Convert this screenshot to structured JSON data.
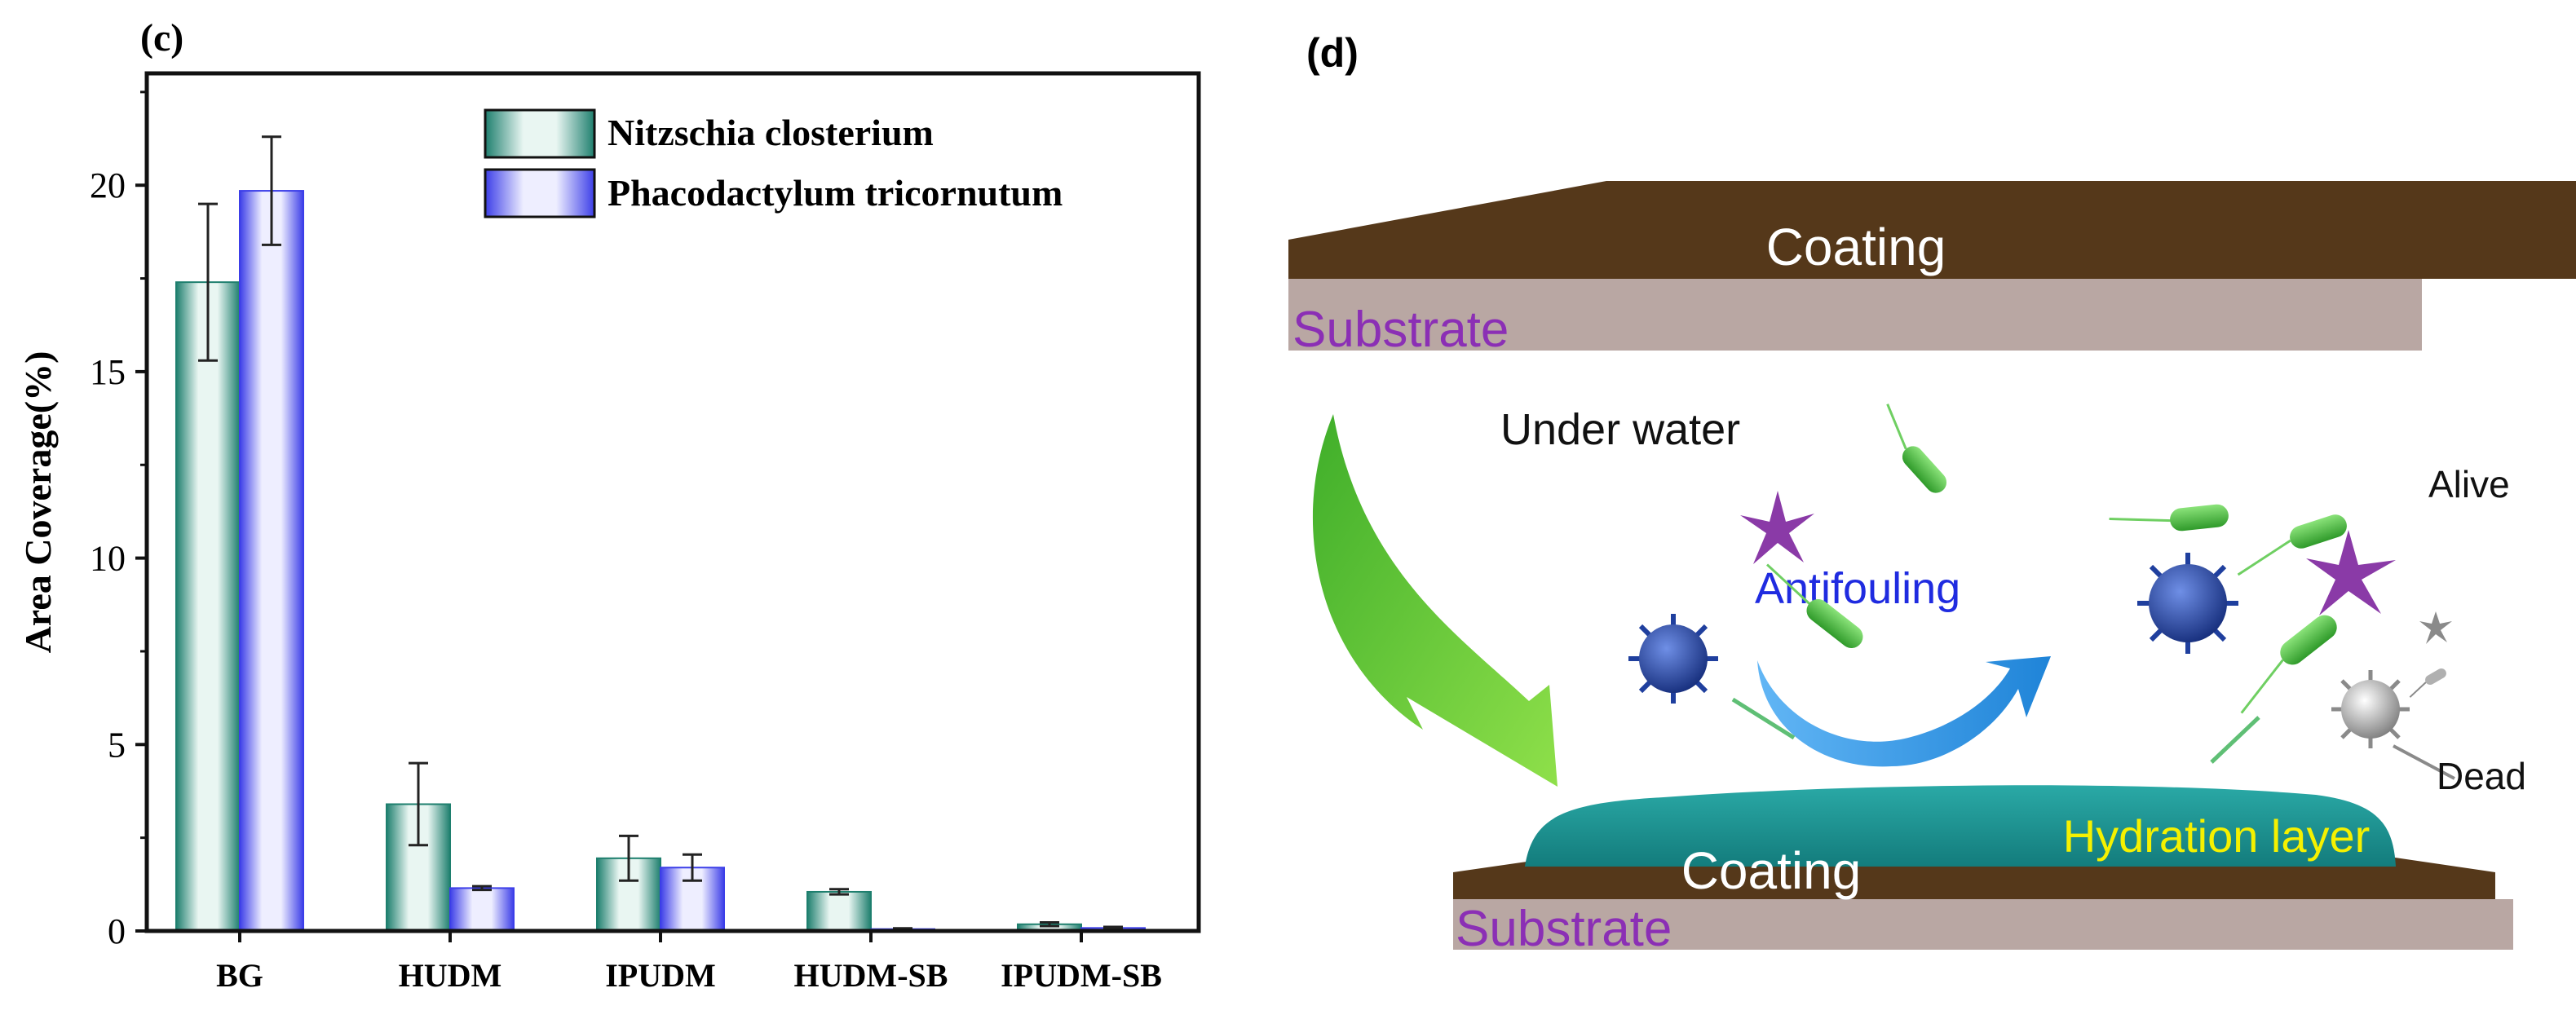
{
  "panel_c": {
    "label": "(c)",
    "chart_data": {
      "type": "bar",
      "categories": [
        "BG",
        "HUDM",
        "IPUDM",
        "HUDM-SB",
        "IPUDM-SB"
      ],
      "series": [
        {
          "name": "Nitzschia closterium",
          "values": [
            17.4,
            3.4,
            1.95,
            1.05,
            0.18
          ],
          "errors": [
            2.1,
            1.1,
            0.6,
            0.07,
            0.05
          ]
        },
        {
          "name": "Phacodactylum tricornutum",
          "values": [
            19.85,
            1.15,
            1.7,
            0.05,
            0.08
          ],
          "errors": [
            1.45,
            0.05,
            0.35,
            0.02,
            0.03
          ]
        }
      ],
      "ylabel": "Area Coverage(%)",
      "xlabel": "",
      "ylim": [
        0,
        23
      ],
      "yticks": [
        "0",
        "5",
        "10",
        "15",
        "20"
      ],
      "legend_position": "top-right",
      "grid": false,
      "colors": {
        "series1": "#3a9f8c",
        "series2": "#5a5cf0"
      }
    }
  },
  "panel_d": {
    "label": "(d)",
    "top_coating": "Coating",
    "top_substrate": "Substrate",
    "under_water": "Under water",
    "antifouling": "Antifouling",
    "alive": "Alive",
    "dead": "Dead",
    "hydration_layer": "Hydration layer",
    "bottom_coating": "Coating",
    "bottom_substrate": "Substrate",
    "colors": {
      "coating": "#5c3a1a",
      "substrate": "#b9a7a3",
      "substrate_text": "#8b2fb5",
      "hydration": "#1f9c9c",
      "hydration_text": "#f5f100",
      "antifouling_text": "#1f2be0",
      "arrow_green": "#6ccb2a",
      "arrow_blue": "#2b8fe0",
      "virus": "#1f3f9e",
      "bacteria": "#52c24a",
      "alga": "#8a3aa7",
      "dead": "#9a9a9a"
    }
  }
}
